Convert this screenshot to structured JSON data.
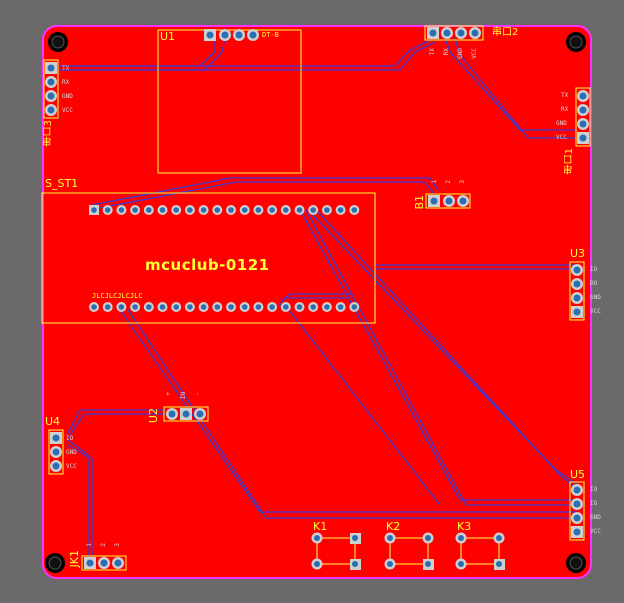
{
  "board": {
    "title": "mcuclub-0121",
    "colors": {
      "background": "#6b6969",
      "copper": "#ff0000",
      "outline": "#ff33ff",
      "silk": "#ffff33",
      "trace": "#3a3ad6",
      "pad": "#cfcfcf",
      "hole": "#2a6fb3"
    }
  },
  "labels": {
    "u1": "U1",
    "u1_pin1": "DT-B",
    "s_st1": "S_ST1",
    "b1": "B1",
    "u2": "U2",
    "u3": "U3",
    "u4": "U4",
    "u5": "U5",
    "jk1": "JK1",
    "k1": "K1",
    "k2": "K2",
    "k3": "K3",
    "p_right_top": "串口2",
    "p_right": "串口1",
    "p_left": "串口3",
    "mcu_pin_row": "JLCJLCJLCJLC"
  },
  "connectors": {
    "top_header": [
      "TX",
      "RX",
      "GND",
      "VCC"
    ],
    "right_header": [
      "TX",
      "RX",
      "GND",
      "VCC"
    ],
    "left_header": [
      "TX",
      "RX",
      "GND",
      "VCC"
    ],
    "u3_pins": [
      "IO",
      "DO",
      "GND",
      "VCC"
    ],
    "u4_pins": [
      "IO",
      "GND",
      "VCC"
    ],
    "u5_pins": [
      "IO",
      "IO",
      "GND",
      "VCC"
    ],
    "u2_pins": [
      "+",
      "IN",
      "-"
    ],
    "b1_pins": [
      "1",
      "2",
      "3"
    ],
    "jk1_pins": [
      "1",
      "2",
      "3"
    ]
  }
}
